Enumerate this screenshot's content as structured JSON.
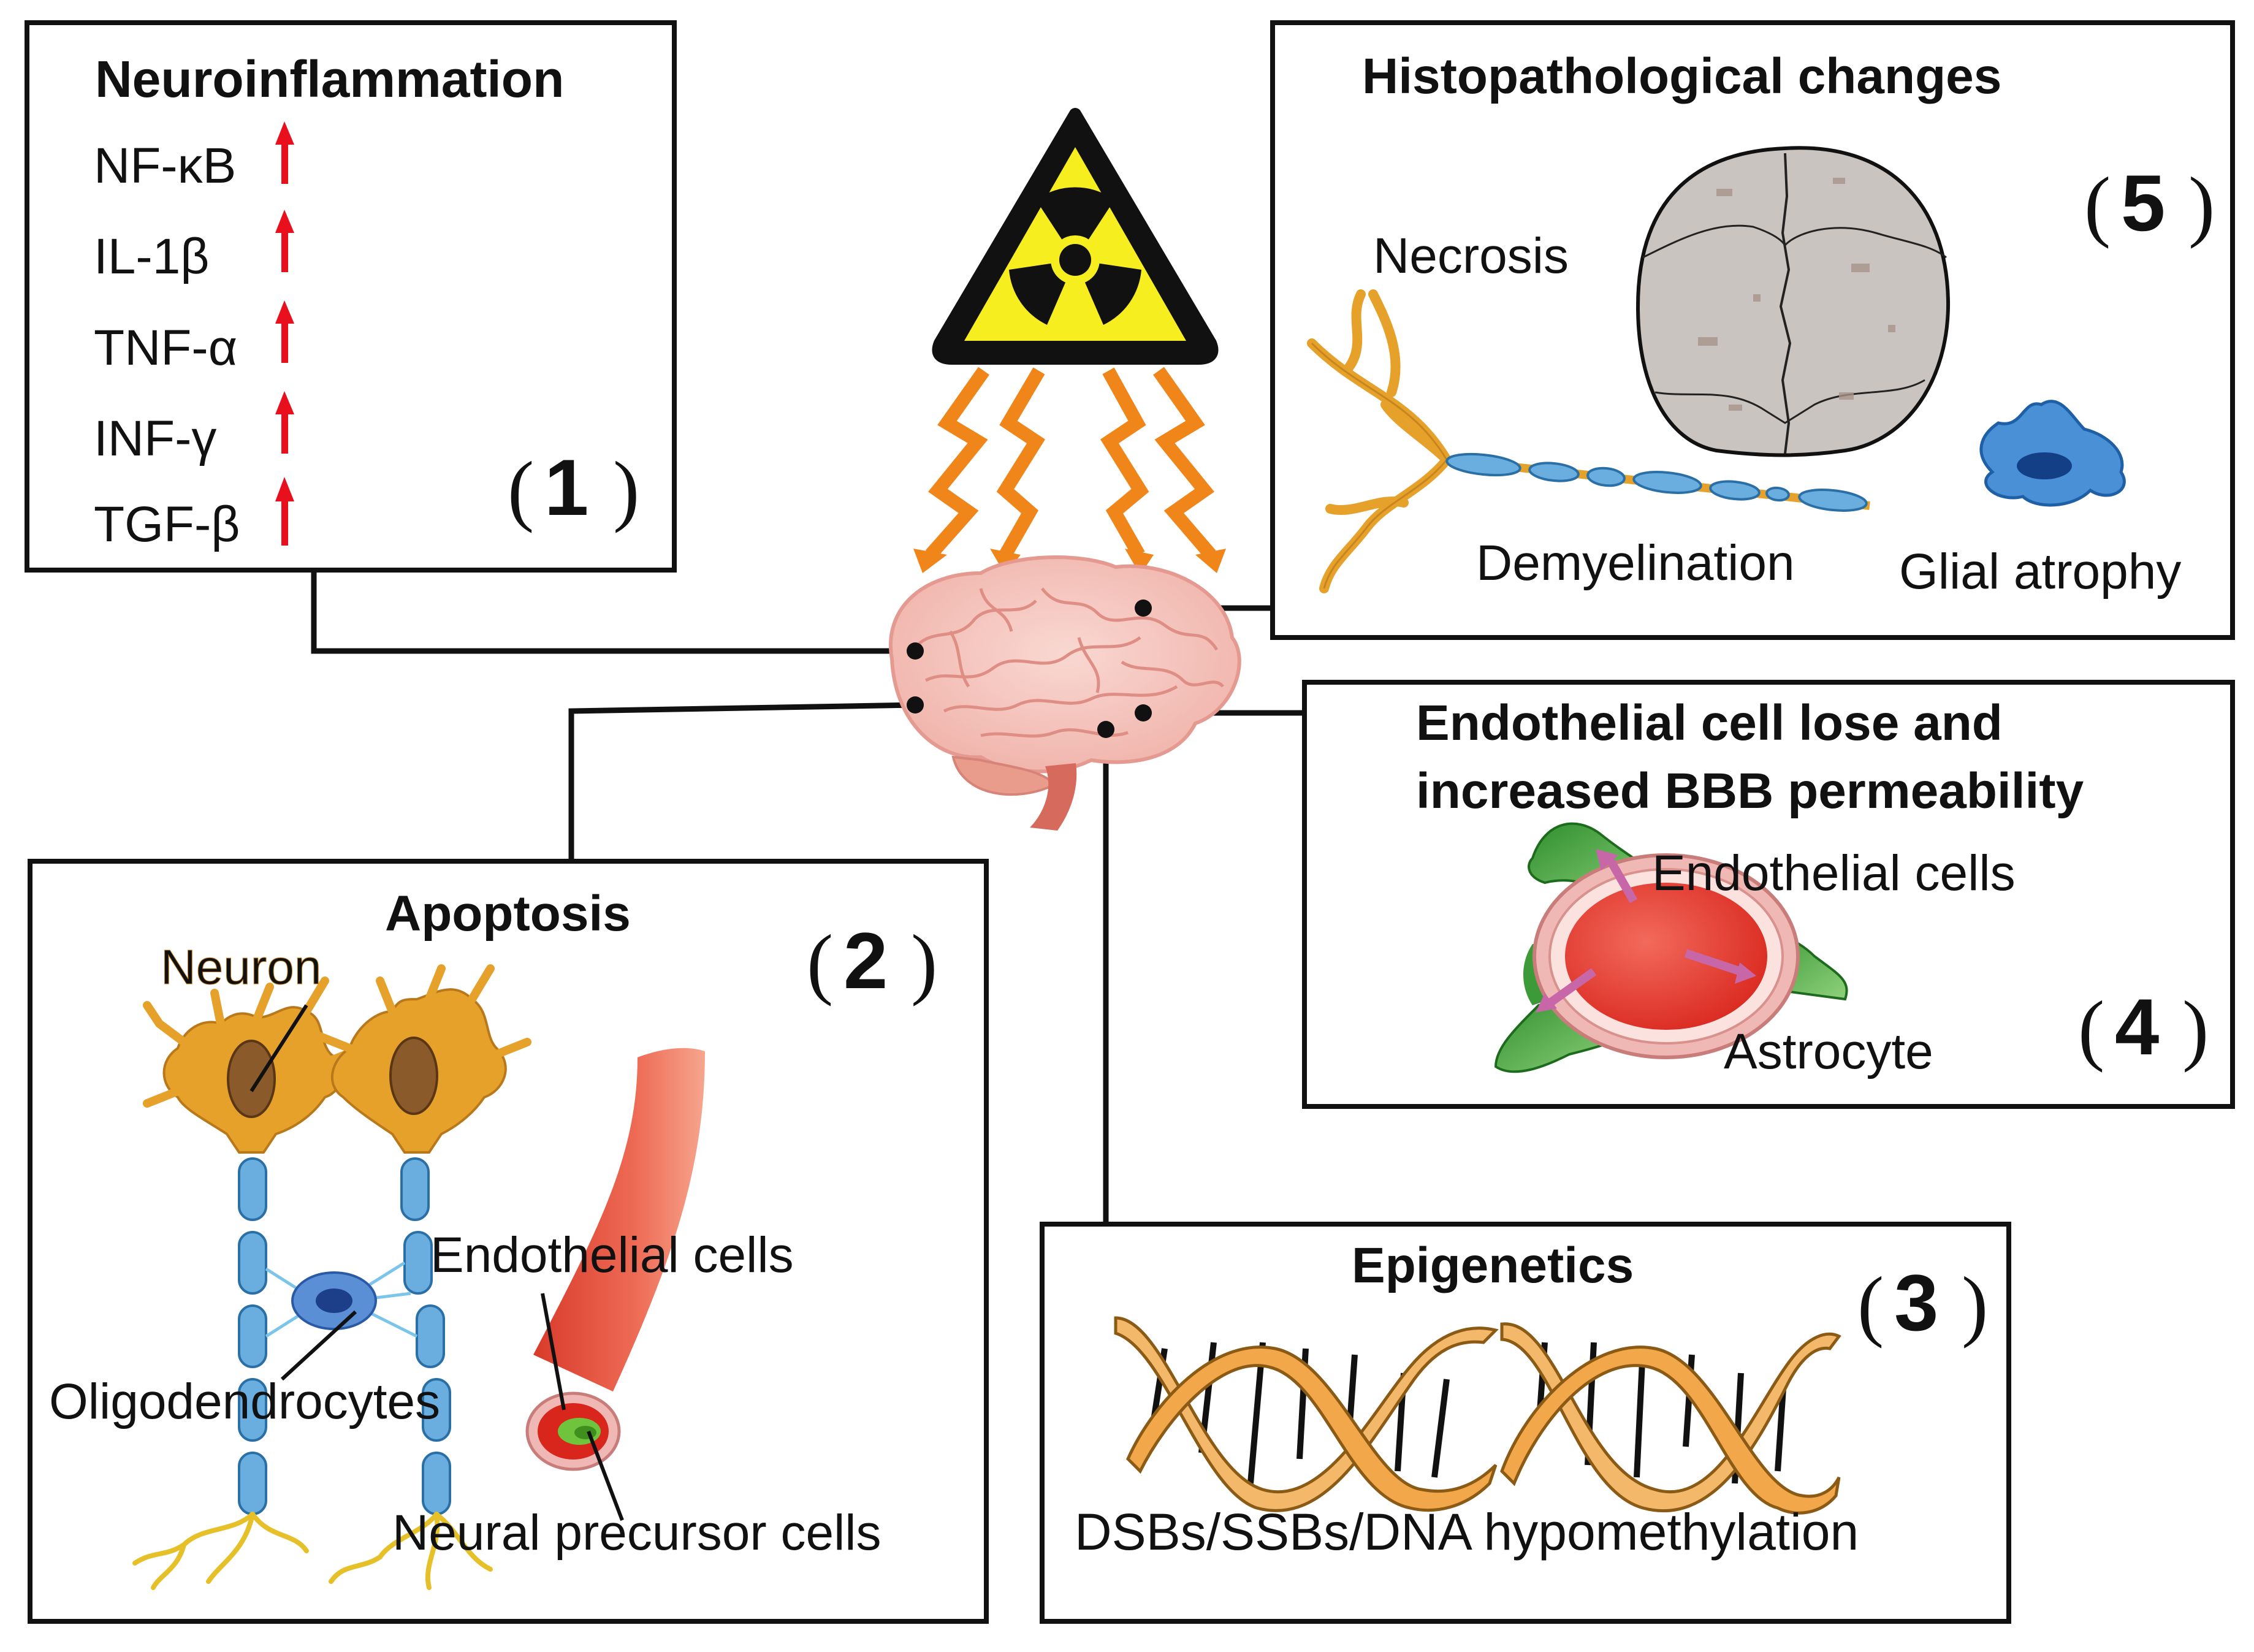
{
  "panels": {
    "neuroinflammation": {
      "title": "Neuroinflammation",
      "markers": [
        "NF-κB",
        "IL-1β",
        "TNF-α",
        "INF-γ",
        "TGF-β"
      ],
      "number": "1"
    },
    "apoptosis": {
      "title": "Apoptosis",
      "number": "2",
      "neuron_label": "Neuron",
      "oligodendrocytes_label": "Oligodendrocytes",
      "endothelial_label": "Endothelial cells",
      "npc_label": "Neural precursor cells"
    },
    "epigenetics": {
      "title": "Epigenetics",
      "number": "3",
      "caption": "DSBs/SSBs/DNA hypomethylation"
    },
    "endothelial": {
      "title_line1": "Endothelial cell lose and",
      "title_line2": "increased BBB permeability",
      "number": "4",
      "endothelial_label": "Endothelial cells",
      "astrocyte_label": "Astrocyte"
    },
    "histopathology": {
      "title": "Histopathological changes",
      "number": "5",
      "necrosis_label": "Necrosis",
      "demyelination_label": "Demyelination",
      "glial_label": "Glial atrophy"
    }
  },
  "colors": {
    "up_arrow": "#e8101c",
    "neuron": "#e6a12b",
    "oligodendrocyte": "#4aa9d6",
    "endothelial_text": "#e0714a",
    "npc_text": "#5fb531",
    "brain": "#f4c6c0",
    "radiation_yellow": "#f7ee1f",
    "radiation_rays": "#f08519"
  },
  "icons": [
    "radiation-warning-icon",
    "brain-icon",
    "neuron-icon",
    "dna-helix-icon",
    "blood-vessel-icon",
    "brain-slice-icon",
    "glial-cell-icon"
  ]
}
